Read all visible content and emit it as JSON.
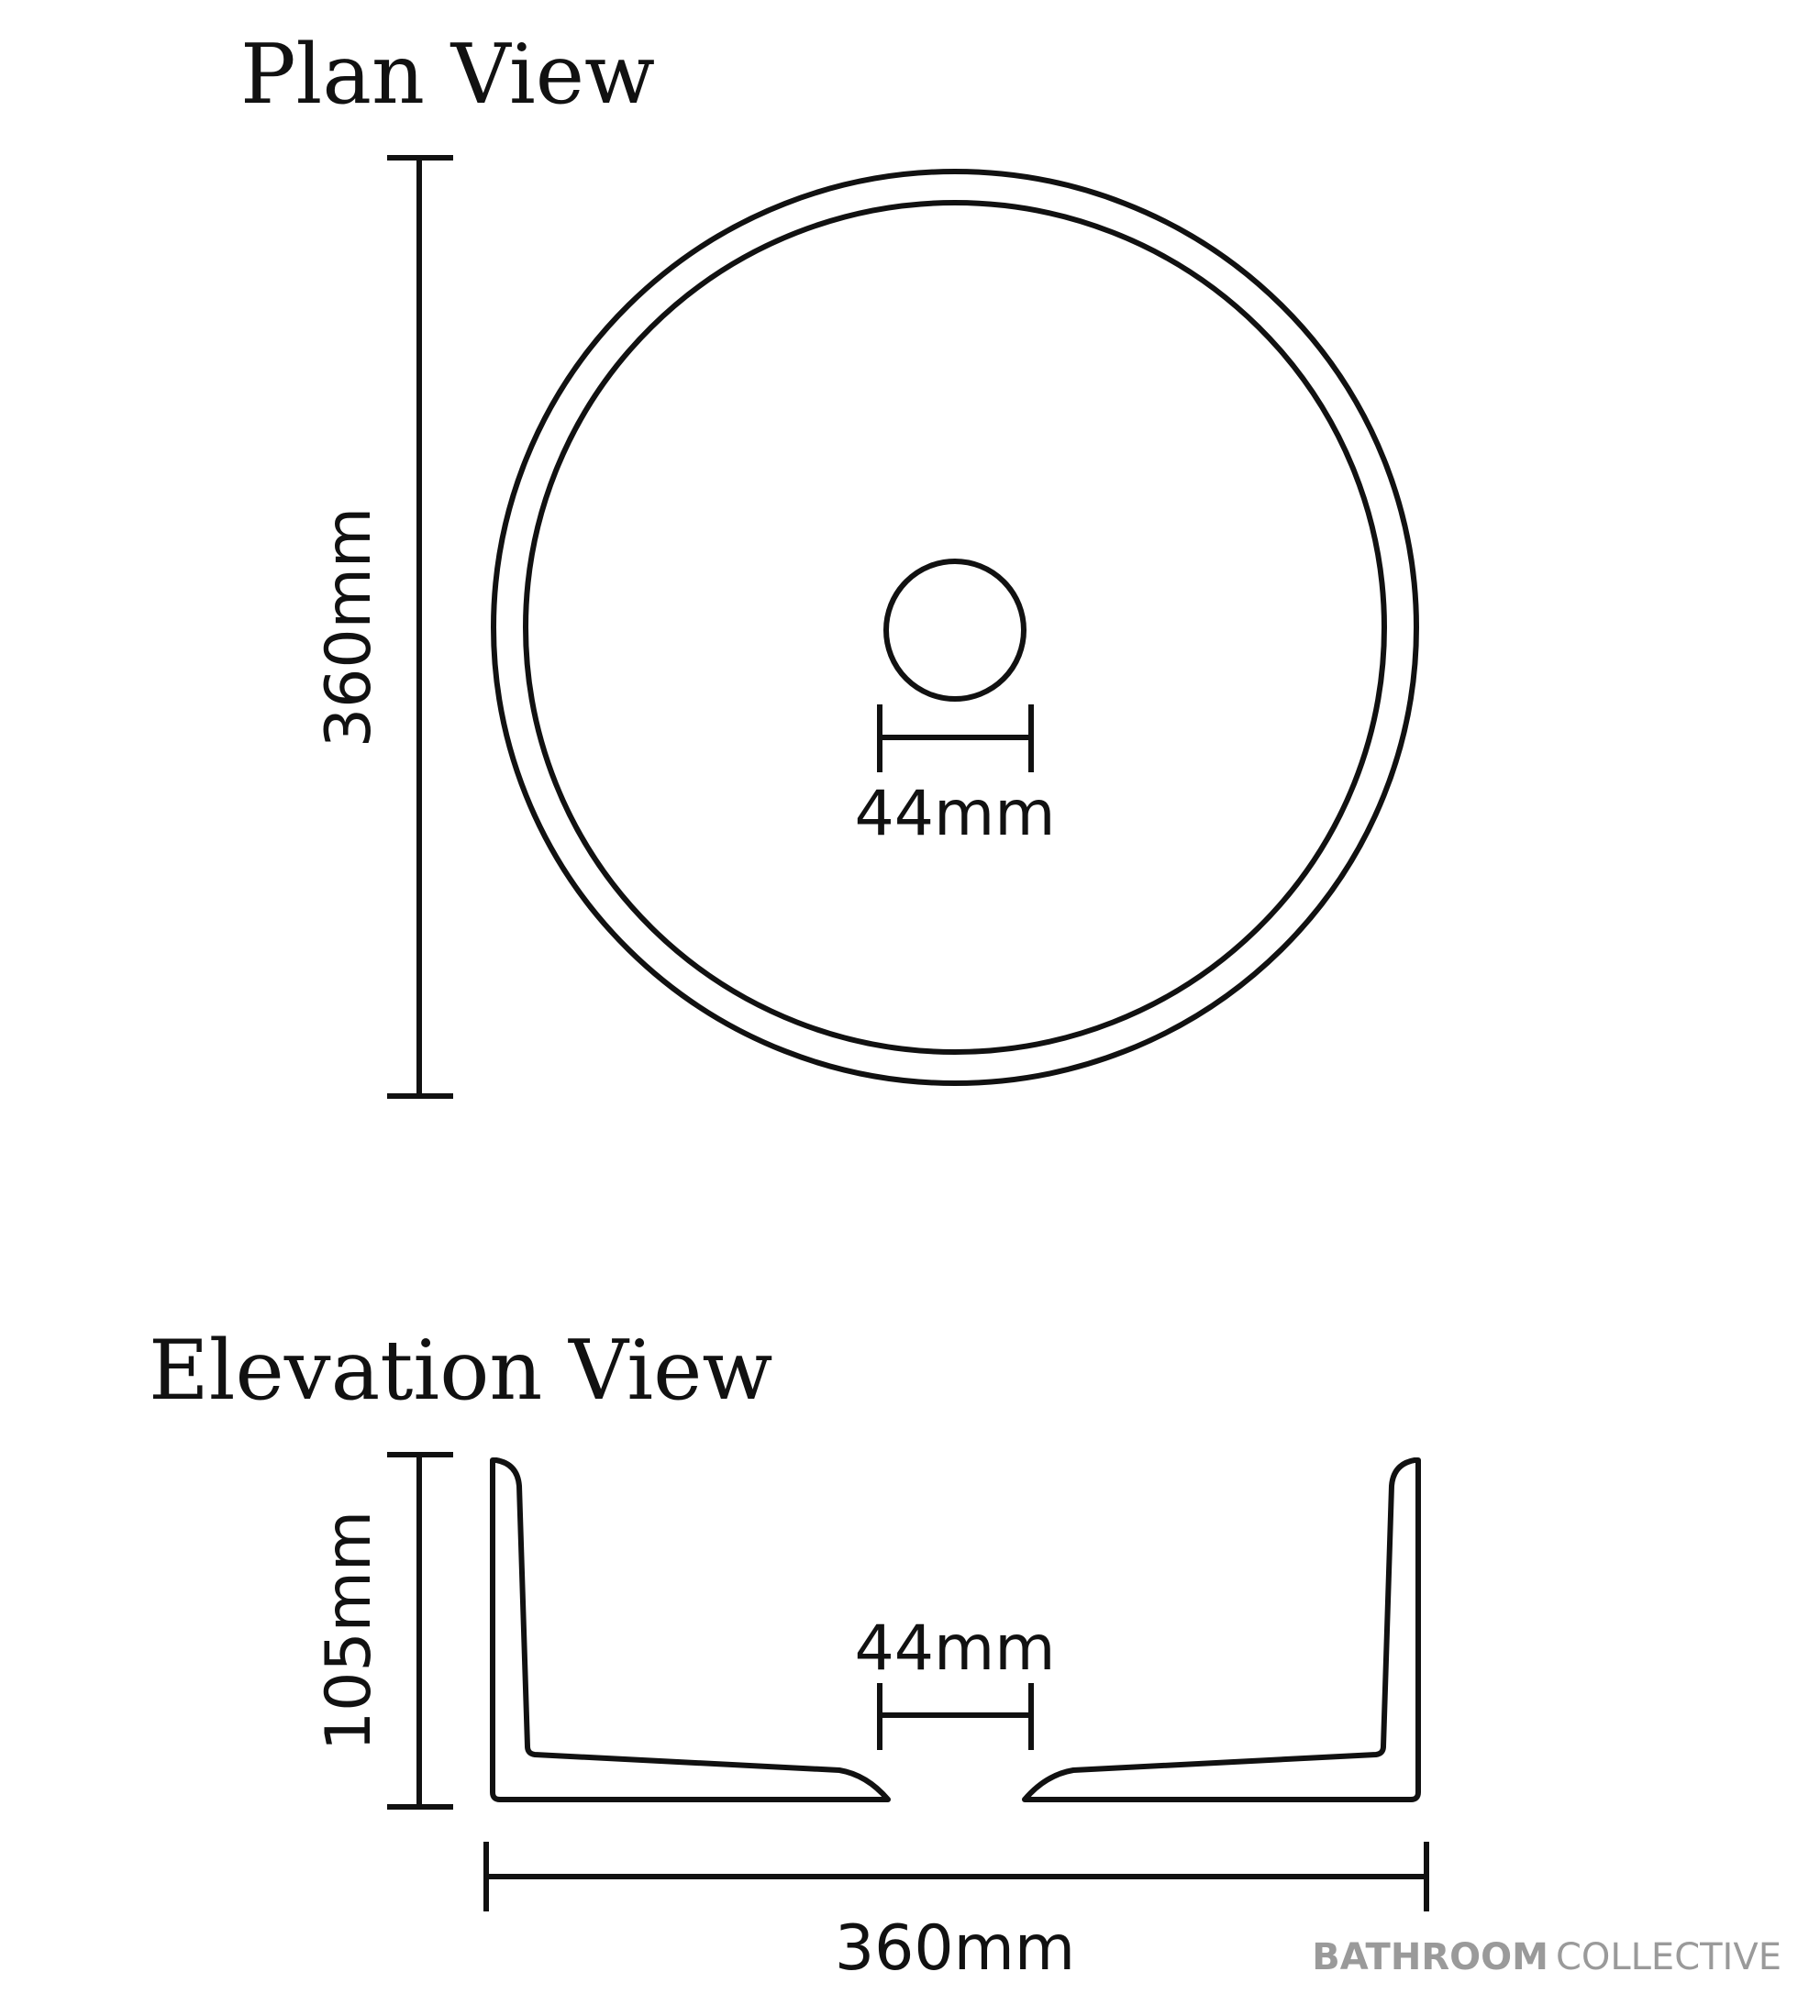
{
  "plan_view": {
    "title": "Plan View",
    "height_dimension": "360mm",
    "waste_dimension": "44mm"
  },
  "elevation_view": {
    "title": "Elevation View",
    "height_dimension": "105mm",
    "waste_dimension": "44mm",
    "width_dimension": "360mm"
  },
  "brand": {
    "bold": "BATHROOM",
    "light": "COLLECTIVE"
  },
  "colors": {
    "ink": "#111111",
    "brand": "#9a9a9a"
  }
}
